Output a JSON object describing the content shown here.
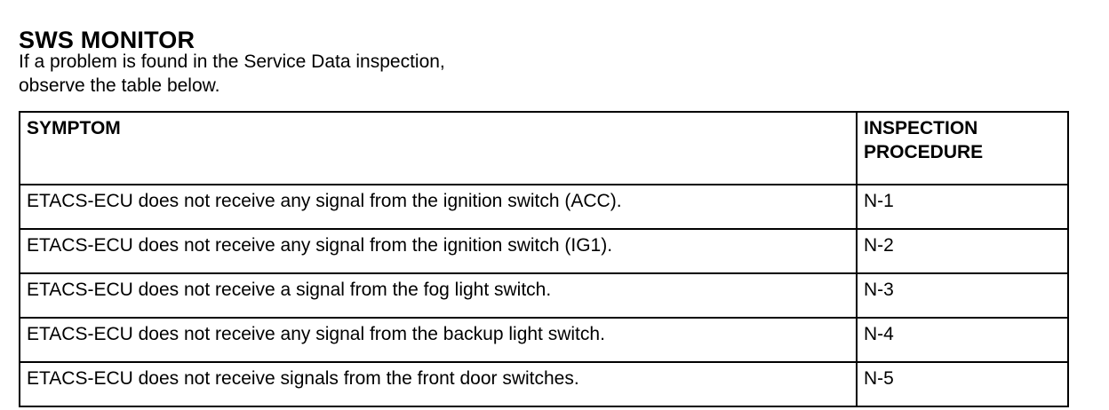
{
  "document": {
    "title": "SWS MONITOR",
    "intro_lines": [
      "If a problem is found in the Service Data inspection,",
      "observe the table below."
    ]
  },
  "table": {
    "headers": {
      "symptom": "SYMPTOM",
      "inspection_procedure_line1": "INSPECTION",
      "inspection_procedure_line2": "PROCEDURE"
    },
    "rows": [
      {
        "symptom": "ETACS-ECU does not receive any signal from the ignition switch (ACC).",
        "procedure": "N-1"
      },
      {
        "symptom": "ETACS-ECU does not receive any signal from the ignition switch (IG1).",
        "procedure": "N-2"
      },
      {
        "symptom": "ETACS-ECU does not receive a signal from the fog light switch.",
        "procedure": "N-3"
      },
      {
        "symptom": "ETACS-ECU does not receive any signal from the backup light switch.",
        "procedure": "N-4"
      },
      {
        "symptom": "ETACS-ECU does not receive signals from the front door switches.",
        "procedure": "N-5"
      }
    ]
  },
  "colors": {
    "text": "#000000",
    "background": "#ffffff",
    "border": "#000000"
  }
}
